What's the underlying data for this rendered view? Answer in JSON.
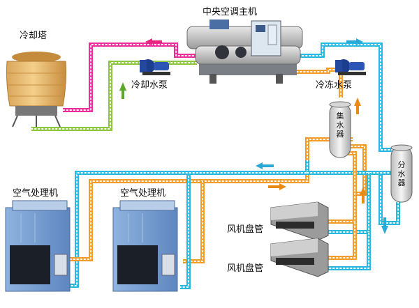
{
  "colors": {
    "supply_pink": "#ee2b9b",
    "return_green": "#8cc63f",
    "chilled_cyan": "#27b9e0",
    "chilled_orange": "#f39c2a",
    "dot": "#ffffff",
    "arrow_pink": "#e8267d",
    "arrow_green": "#5aa72b",
    "arrow_cyan": "#2aa9d8",
    "arrow_orange": "#e98a17"
  },
  "labels": {
    "chiller": "中央空调主机",
    "cooling_tower": "冷却塔",
    "cooling_pump": "冷却水泵",
    "chilled_pump": "冷冻水泵",
    "return_header_chars": [
      "集",
      "水",
      "器"
    ],
    "supply_header_chars": [
      "分",
      "水",
      "器"
    ],
    "ahu_left": "空气处理机",
    "ahu_right": "空气处理机",
    "fcu_top": "风机盘管",
    "fcu_bottom": "风机盘管"
  },
  "icons": {
    "chiller": "chiller-unit-icon",
    "cooling_tower": "cooling-tower-icon",
    "pump": "water-pump-icon",
    "header": "water-header-tank-icon",
    "ahu": "air-handling-unit-icon",
    "fcu": "fan-coil-unit-icon"
  }
}
